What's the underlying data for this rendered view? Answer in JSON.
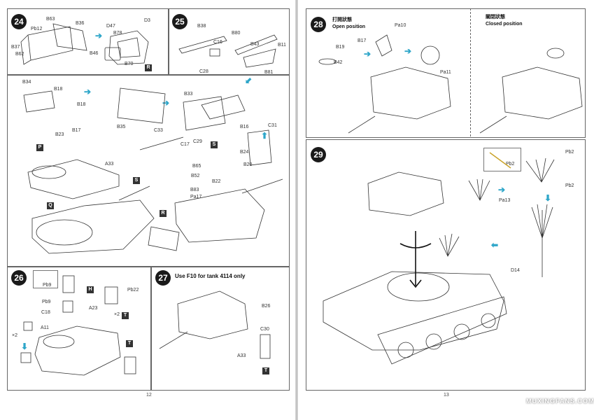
{
  "left_page": {
    "page_number": "12",
    "step24": {
      "number": "24",
      "labels": [
        "B63",
        "B36",
        "Pb12",
        "B37",
        "B62",
        "D47",
        "D3",
        "B78",
        "B46",
        "B70"
      ],
      "badge": "R"
    },
    "step25": {
      "number": "25",
      "labels": [
        "B38",
        "C16",
        "C28",
        "B80",
        "B43",
        "B11",
        "B81"
      ]
    },
    "assembly_S": {
      "labels": [
        "B34",
        "B18",
        "B18",
        "B33",
        "B35",
        "C33",
        "C17",
        "C29",
        "B16",
        "C31",
        "B24",
        "B20"
      ],
      "badge": "S"
    },
    "assembly_PQ": {
      "labels": [
        "B23",
        "B17",
        "A33"
      ],
      "badges": [
        "P",
        "Q",
        "S"
      ]
    },
    "assembly_R": {
      "labels": [
        "B65",
        "B52",
        "B22",
        "B83",
        "Pa17"
      ],
      "badge": "R"
    },
    "step26": {
      "number": "26",
      "labels": [
        "Pb9",
        "Pb9",
        "C18",
        "A23",
        "Pb22",
        "A11"
      ],
      "multipliers": [
        "×2",
        "×2"
      ],
      "badges": [
        "H",
        "T",
        "T"
      ]
    },
    "step27": {
      "number": "27",
      "title": "Use F10 for tank 4114 only",
      "labels": [
        "B26",
        "C30",
        "A33"
      ],
      "badge": "T"
    }
  },
  "right_page": {
    "page_number": "13",
    "step28": {
      "number": "28",
      "open_cn": "打開狀態",
      "open_en": "Open position",
      "closed_cn": "關閉狀態",
      "closed_en": "Closed position",
      "labels": [
        "Pa10",
        "B17",
        "B19",
        "B42",
        "Pa11"
      ]
    },
    "step29": {
      "number": "29",
      "labels": [
        "Pb2",
        "Pb2",
        "Pb2",
        "Pa13",
        "D14"
      ]
    },
    "watermark": "MUXINGFANS.COM"
  },
  "colors": {
    "arrow": "#2ea6c9",
    "badge": "#333333",
    "ink": "#222222"
  }
}
